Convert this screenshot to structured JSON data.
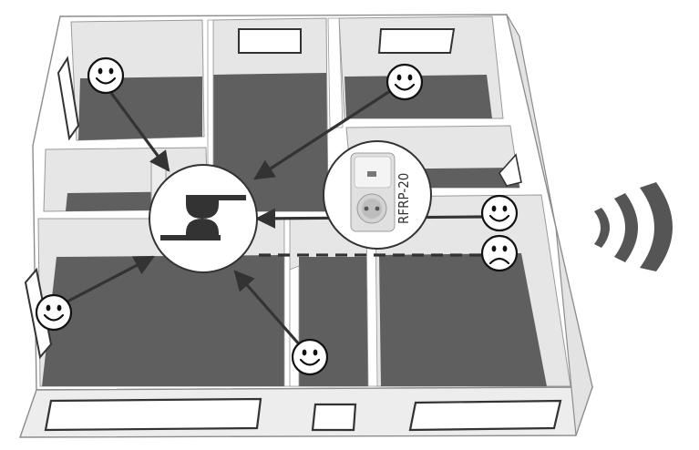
{
  "device": {
    "label": "RFRP-20"
  },
  "colors": {
    "floor": "#5f5f5f",
    "wall_top": "#ffffff",
    "wall_side": "#e4e4e4",
    "wall_outline": "#9a9a9a",
    "arrow": "#333333",
    "face_fill": "#ffffff",
    "face_stroke": "#111111"
  },
  "icons": {
    "sensors_good": "smiley-icon",
    "sensor_bad": "frowny-icon",
    "receiver": "thermostat-controller-icon",
    "repeater": "repeater-plug-icon",
    "signal": "wireless-signal-icon"
  },
  "links": [
    {
      "from": "sensor-top-left",
      "to": "receiver",
      "quality": "good"
    },
    {
      "from": "sensor-top-right",
      "to": "receiver",
      "quality": "good"
    },
    {
      "from": "sensor-right",
      "to": "receiver",
      "quality": "good"
    },
    {
      "from": "sensor-left",
      "to": "receiver",
      "quality": "good"
    },
    {
      "from": "sensor-bottom",
      "to": "receiver",
      "quality": "good"
    },
    {
      "from": "sensor-right-bad",
      "to": "receiver",
      "quality": "bad"
    }
  ]
}
